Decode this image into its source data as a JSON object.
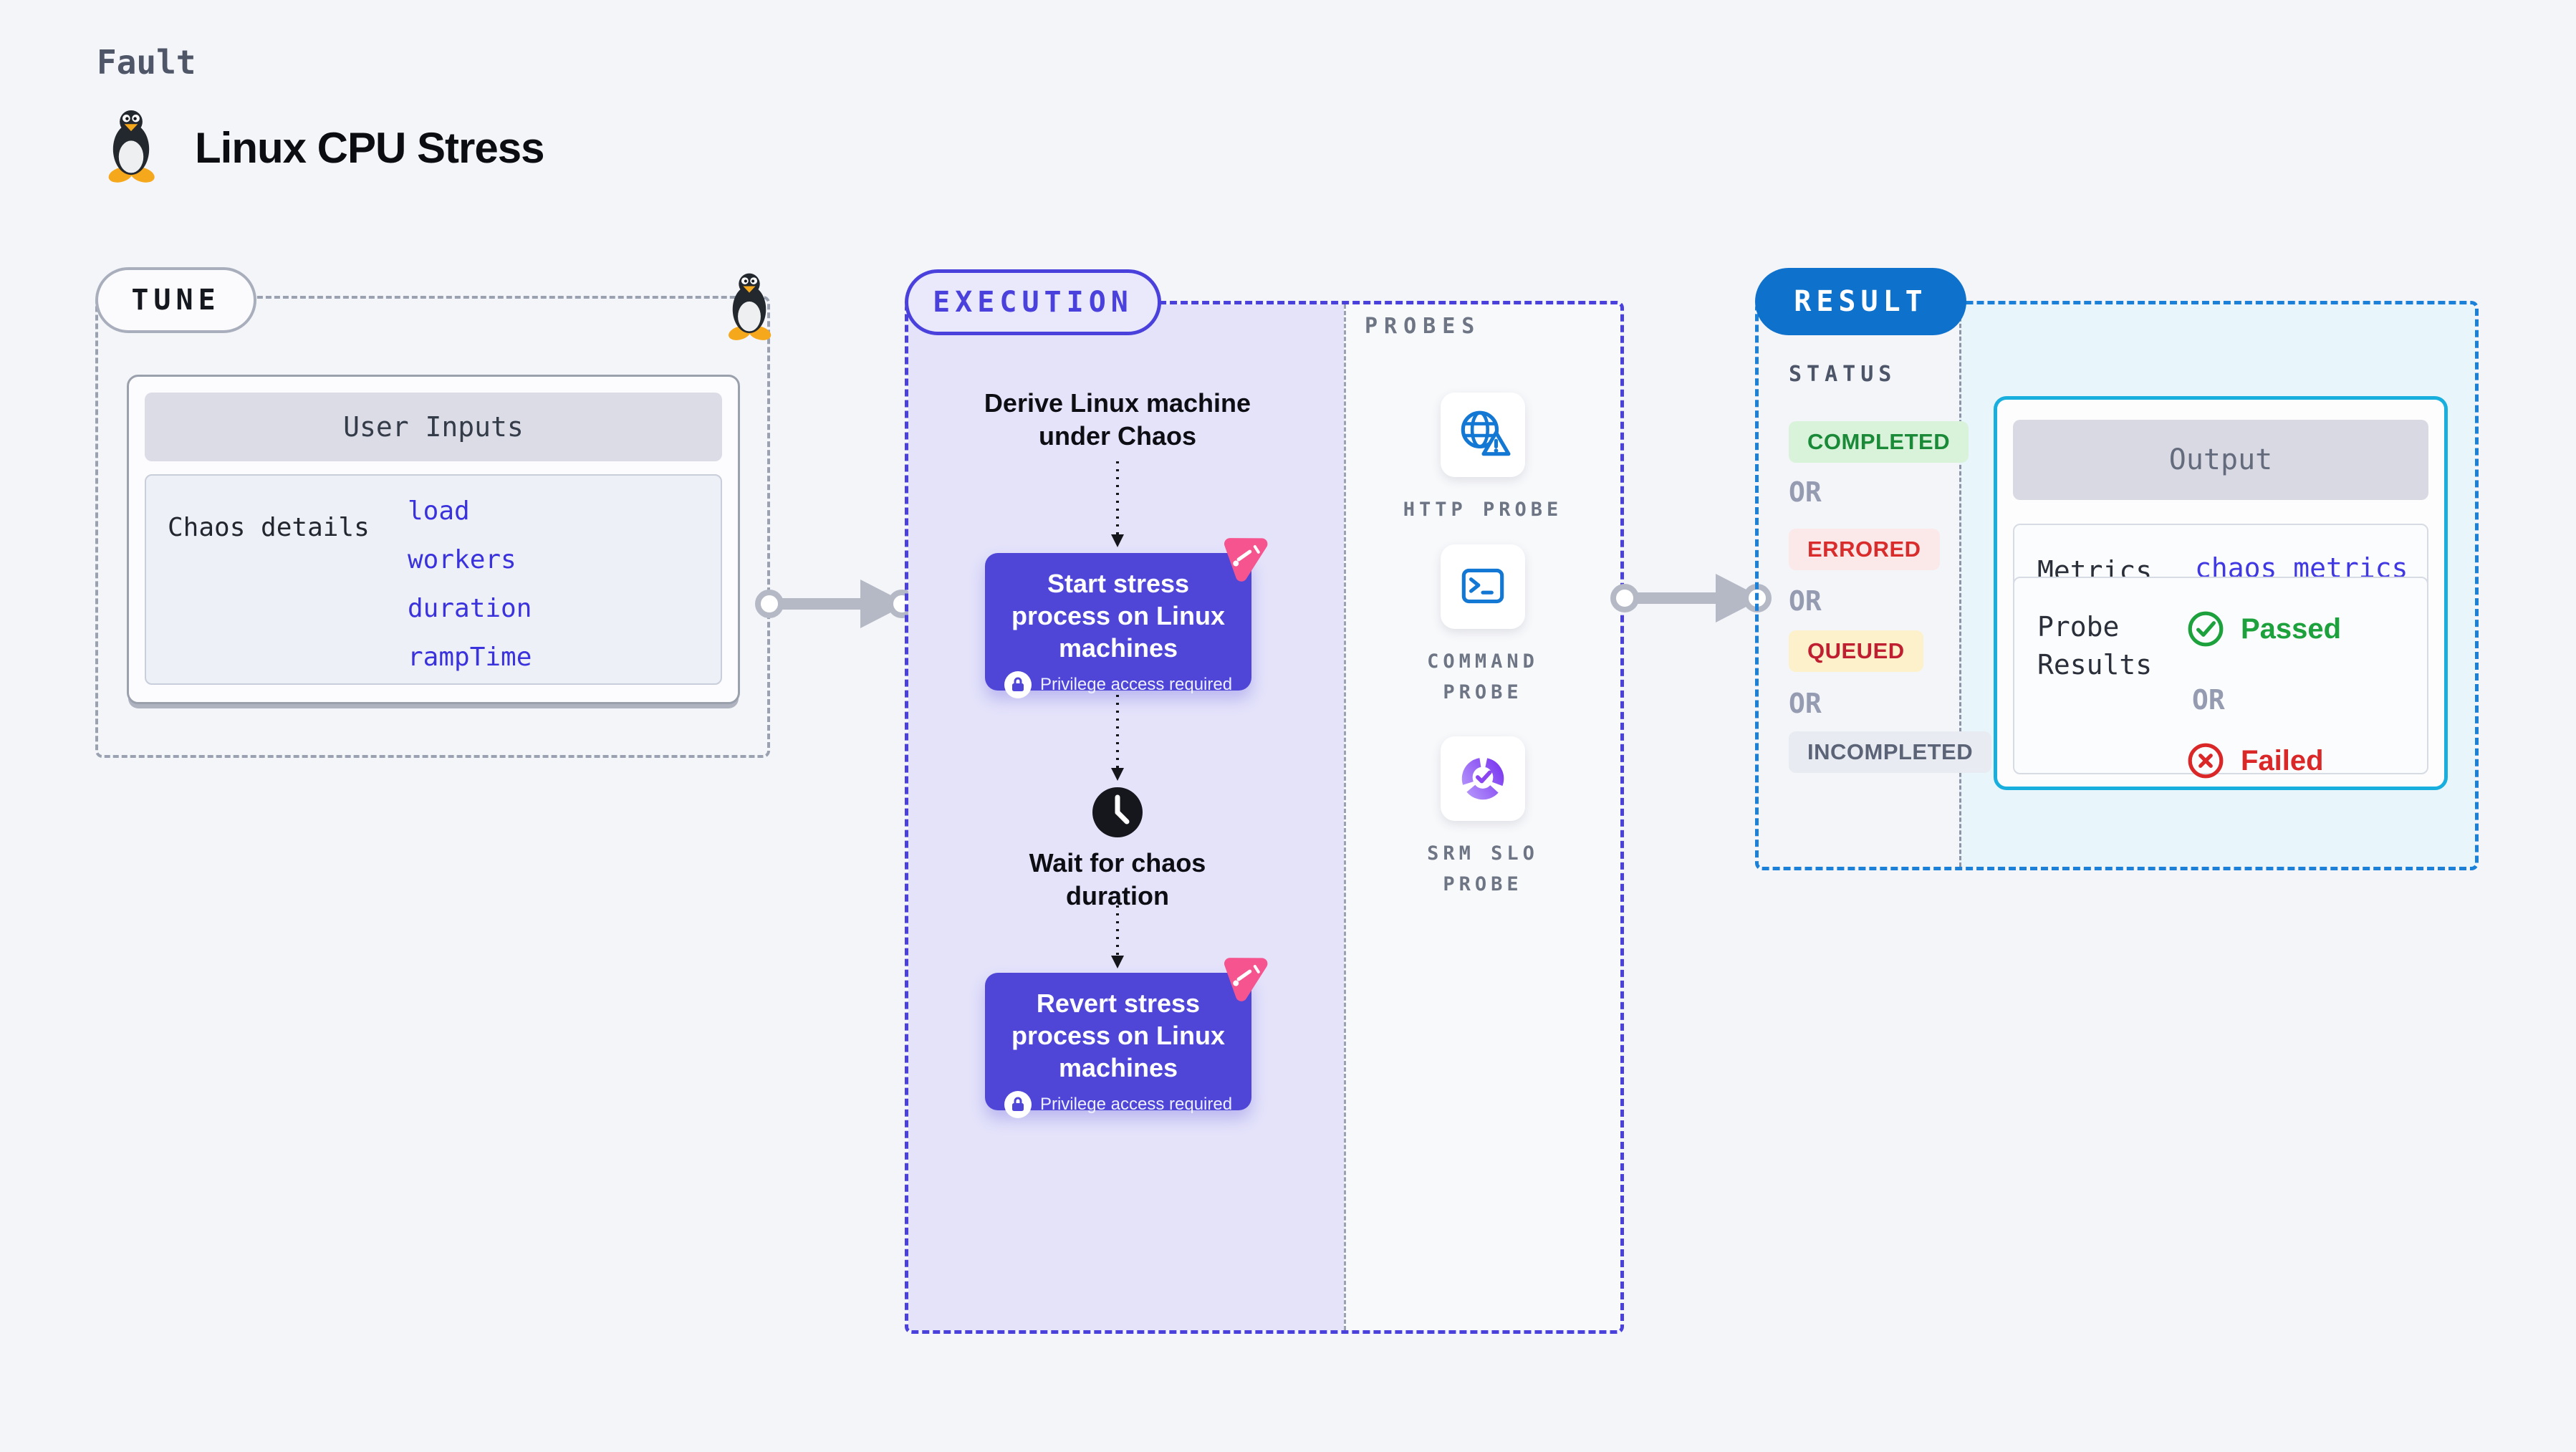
{
  "header": {
    "kicker": "Fault",
    "title": "Linux CPU Stress"
  },
  "tune": {
    "badge": "TUNE",
    "user_inputs_title": "User Inputs",
    "chaos_details_label": "Chaos details",
    "params": [
      "load",
      "workers",
      "duration",
      "rampTime"
    ]
  },
  "execution": {
    "badge": "EXECUTION",
    "derive_step": "Derive Linux machine under Chaos",
    "start_step": "Start stress process on Linux machines",
    "privilege_note": "Privilege access required",
    "wait_step": "Wait for chaos duration",
    "revert_step": "Revert stress process on Linux machines"
  },
  "probes": {
    "label": "PROBES",
    "items": [
      {
        "label": "HTTP PROBE",
        "icon": "globe-alert-icon"
      },
      {
        "label": "COMMAND PROBE",
        "icon": "terminal-icon"
      },
      {
        "label": "SRM SLO PROBE",
        "icon": "slo-donut-check-icon"
      }
    ]
  },
  "result": {
    "badge": "RESULT",
    "status_label": "STATUS",
    "or_label": "OR",
    "statuses": [
      {
        "label": "COMPLETED",
        "text_color": "#1a8a38",
        "bg": "#d9f3da"
      },
      {
        "label": "ERRORED",
        "text_color": "#d92c2c",
        "bg": "#fbe9e9"
      },
      {
        "label": "QUEUED",
        "text_color": "#bf1f30",
        "bg": "#fcf1ca"
      },
      {
        "label": "INCOMPLETED",
        "text_color": "#5b6377",
        "bg": "#e9ebf2"
      }
    ],
    "output": {
      "title": "Output",
      "metrics_label": "Metrics",
      "metrics_value": "chaos metrics",
      "probe_results_label": "Probe Results",
      "passed_label": "Passed",
      "failed_label": "Failed"
    }
  },
  "colors": {
    "page_bg": "#f4f5f9",
    "accent_indigo": "#4a41dd",
    "action_box_indigo": "#4f46d8",
    "lavender_fill": "#e4e3fa",
    "accent_blue": "#0e72cd",
    "result_dash_blue": "#1b80d8",
    "output_border_cyan": "#18aede",
    "cyan_fill": "#e8f6fc",
    "param_blue": "#3a32dc",
    "chaos_badge_pink": "#f6548e",
    "probe_icon_blue": "#1377d4",
    "srm_icon_purple": "#7d3bf0",
    "passed_green": "#1ca13c",
    "failed_red": "#da2727"
  }
}
